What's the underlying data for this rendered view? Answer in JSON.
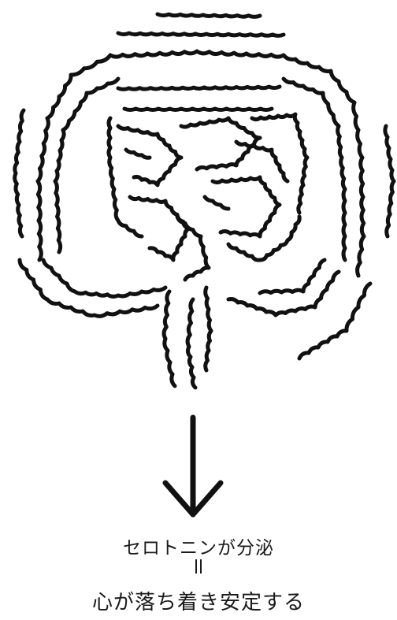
{
  "illustration": {
    "subject": "large-intestine-drawing",
    "stroke_color": "#111111"
  },
  "arrow": {
    "direction": "down",
    "color": "#111111"
  },
  "caption": {
    "line1": "セロトニンが分泌",
    "equals": "=",
    "line2": "心が落ち着き安定する"
  }
}
